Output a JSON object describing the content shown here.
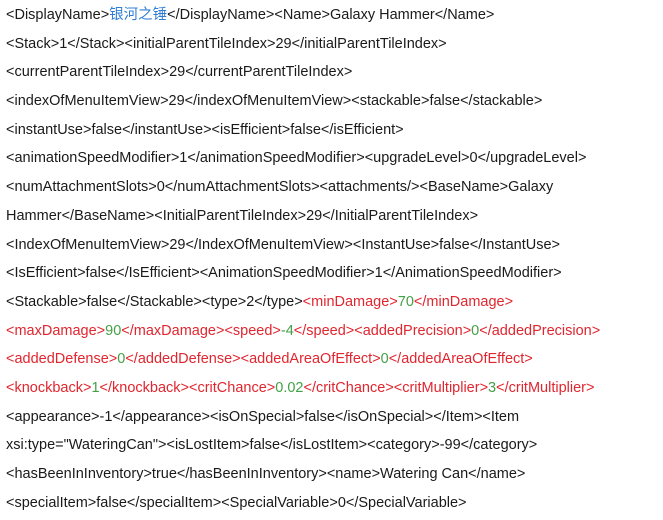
{
  "colors": {
    "default_text": "#1a1a1a",
    "highlight_red": "#e0262f",
    "highlight_green": "#43a047",
    "cjk_blue": "#2f7fd6"
  },
  "lines": [
    [
      {
        "text": "<DisplayName>",
        "style": "default"
      },
      {
        "text": "银河之锤",
        "style": "cjk"
      },
      {
        "text": "</DisplayName><Name>Galaxy Hammer</Name>",
        "style": "default"
      }
    ],
    [
      {
        "text": "<Stack>1</Stack><initialParentTileIndex>29</initialParentTileIndex>",
        "style": "default"
      }
    ],
    [
      {
        "text": "<currentParentTileIndex>29</currentParentTileIndex>",
        "style": "default"
      }
    ],
    [
      {
        "text": "<indexOfMenuItemView>29</indexOfMenuItemView><stackable>false</stackable>",
        "style": "default"
      }
    ],
    [
      {
        "text": "<instantUse>false</instantUse><isEfficient>false</isEfficient>",
        "style": "default"
      }
    ],
    [
      {
        "text": "<animationSpeedModifier>1</animationSpeedModifier><upgradeLevel>0</upgradeLevel>",
        "style": "default"
      }
    ],
    [
      {
        "text": "<numAttachmentSlots>0</numAttachmentSlots><attachments/><BaseName>Galaxy",
        "style": "default"
      }
    ],
    [
      {
        "text": "Hammer</BaseName><InitialParentTileIndex>29</InitialParentTileIndex>",
        "style": "default"
      }
    ],
    [
      {
        "text": "<IndexOfMenuItemView>29</IndexOfMenuItemView><InstantUse>false</InstantUse>",
        "style": "default"
      }
    ],
    [
      {
        "text": "<IsEfficient>false</IsEfficient><AnimationSpeedModifier>1</AnimationSpeedModifier>",
        "style": "default"
      }
    ],
    [
      {
        "text": "<Stackable>false</Stackable><type>2</type>",
        "style": "default"
      },
      {
        "text": "<minDamage>",
        "style": "red"
      },
      {
        "text": "70",
        "style": "green"
      },
      {
        "text": "</minDamage>",
        "style": "red"
      }
    ],
    [
      {
        "text": "<maxDamage>",
        "style": "red"
      },
      {
        "text": "90",
        "style": "green"
      },
      {
        "text": "</maxDamage><speed>",
        "style": "red"
      },
      {
        "text": "-4",
        "style": "green"
      },
      {
        "text": "</speed><addedPrecision>",
        "style": "red"
      },
      {
        "text": "0",
        "style": "green"
      },
      {
        "text": "</addedPrecision>",
        "style": "red"
      }
    ],
    [
      {
        "text": "<addedDefense>",
        "style": "red"
      },
      {
        "text": "0",
        "style": "green"
      },
      {
        "text": "</addedDefense><addedAreaOfEffect>",
        "style": "red"
      },
      {
        "text": "0",
        "style": "green"
      },
      {
        "text": "</addedAreaOfEffect>",
        "style": "red"
      }
    ],
    [
      {
        "text": "<knockback>",
        "style": "red"
      },
      {
        "text": "1",
        "style": "green"
      },
      {
        "text": "</knockback><critChance>",
        "style": "red"
      },
      {
        "text": "0.02",
        "style": "green"
      },
      {
        "text": "</critChance><critMultiplier>",
        "style": "red"
      },
      {
        "text": "3",
        "style": "green"
      },
      {
        "text": "</critMultiplier>",
        "style": "red"
      }
    ],
    [
      {
        "text": "<appearance>-1</appearance><isOnSpecial>false</isOnSpecial></Item><Item",
        "style": "default"
      }
    ],
    [
      {
        "text": "xsi:type=\"WateringCan\"><isLostItem>false</isLostItem><category>-99</category>",
        "style": "default"
      }
    ],
    [
      {
        "text": "<hasBeenInInventory>true</hasBeenInInventory><name>Watering Can</name>",
        "style": "default"
      }
    ],
    [
      {
        "text": "<specialItem>false</specialItem><SpecialVariable>0</SpecialVariable>",
        "style": "default"
      }
    ]
  ]
}
